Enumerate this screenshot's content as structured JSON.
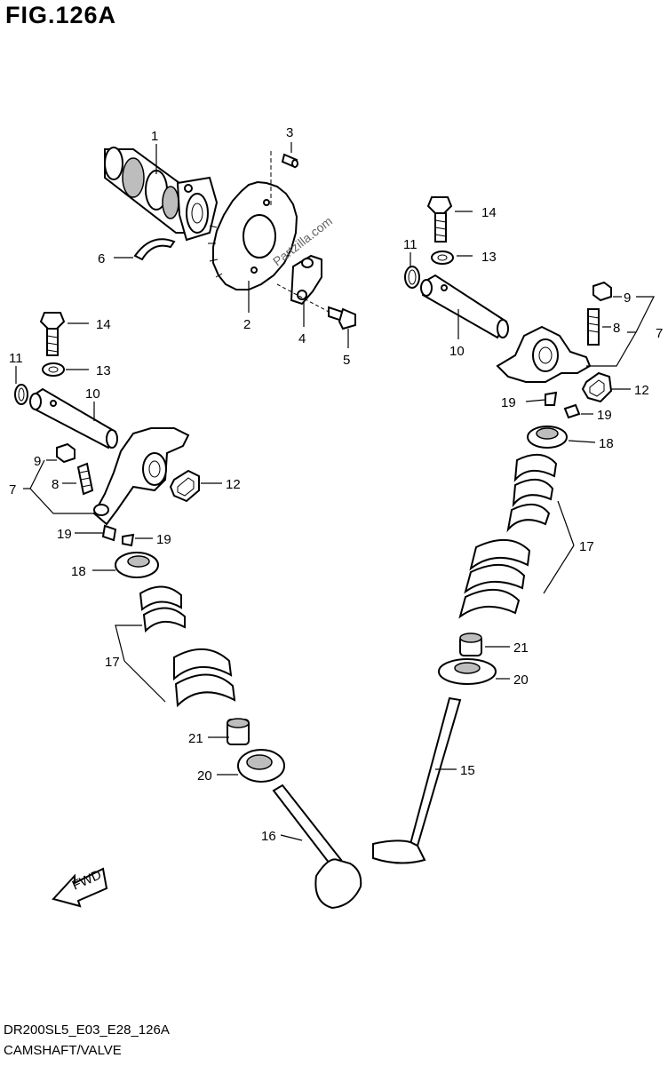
{
  "figure": {
    "title": "FIG.126A",
    "model_code": "DR200SL5_E03_E28_126A",
    "section_name": "CAMSHAFT/VALVE",
    "watermark": "Partzilla.com",
    "fwd_label": "FWD"
  },
  "callouts": {
    "c1": "1",
    "c2": "2",
    "c3": "3",
    "c4": "4",
    "c5": "5",
    "c6": "6",
    "c7a": "7",
    "c7b": "7",
    "c8a": "8",
    "c8b": "8",
    "c9a": "9",
    "c9b": "9",
    "c10a": "10",
    "c10b": "10",
    "c11a": "11",
    "c11b": "11",
    "c12a": "12",
    "c12b": "12",
    "c13a": "13",
    "c13b": "13",
    "c14a": "14",
    "c14b": "14",
    "c15": "15",
    "c16": "16",
    "c17a": "17",
    "c17b": "17",
    "c18a": "18",
    "c18b": "18",
    "c19a": "19",
    "c19b": "19",
    "c19c": "19",
    "c19d": "19",
    "c20a": "20",
    "c20b": "20",
    "c21a": "21",
    "c21b": "21"
  }
}
